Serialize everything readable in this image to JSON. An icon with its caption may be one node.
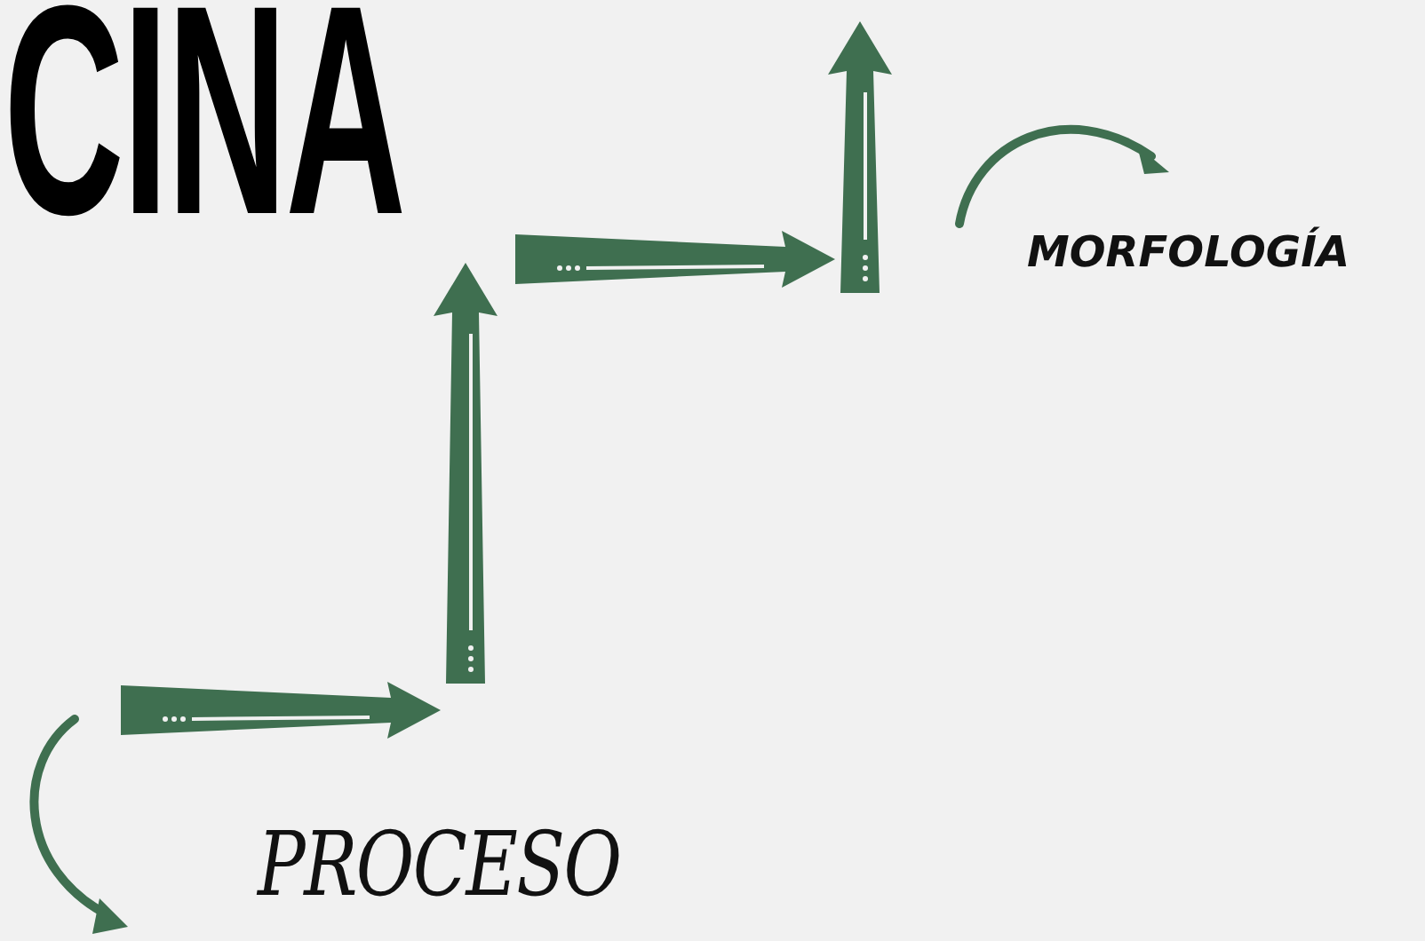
{
  "diagram": {
    "title": "CINA",
    "nodes": [
      {
        "text": [
          "MORFOLOGÍA"
        ]
      },
      {
        "text": [
          "PROCESO"
        ]
      }
    ]
  }
}
